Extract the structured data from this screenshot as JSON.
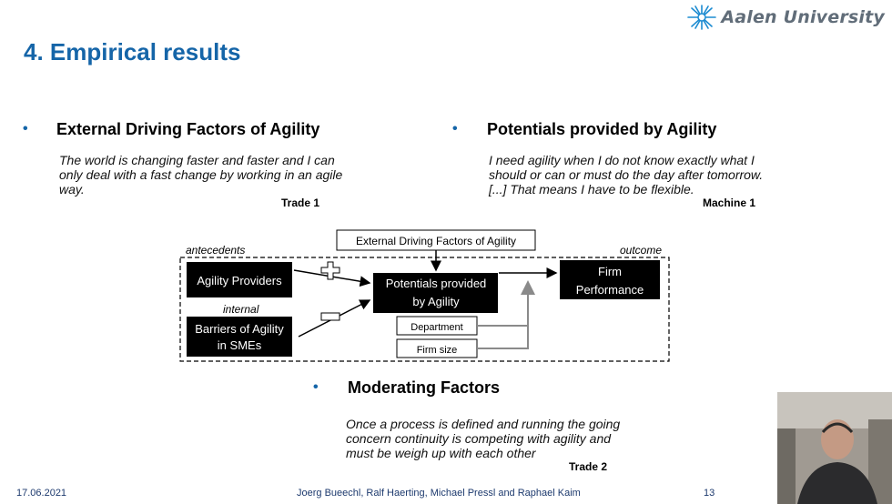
{
  "header": {
    "logo_text": "Aalen University",
    "title": "4. Empirical results"
  },
  "bullets": [
    {
      "heading": "External Driving Factors of Agility",
      "quote": "The world is changing faster and faster and I can only deal with a fast change by working in an agile way.",
      "source": "Trade 1"
    },
    {
      "heading": "Potentials provided by Agility",
      "quote": "I need agility when I do not know exactly what I should or can or must do the day after tomorrow. [...] That means I have to be flexible.",
      "source": "Machine 1"
    },
    {
      "heading": "Moderating Factors",
      "quote": "Once a process is defined and running the going concern continuity is competing with agility and must be weigh up with each other",
      "source": "Trade 2"
    }
  ],
  "diagram": {
    "antecedents_label": "antecedents",
    "outcome_label": "outcome",
    "internal_label": "internal",
    "external_box": "External Driving Factors of Agility",
    "agility_providers": "Agility Providers",
    "barriers_line1": "Barriers of Agility",
    "barriers_line2": "in SMEs",
    "potentials_line1": "Potentials provided",
    "potentials_line2": "by Agility",
    "department": "Department",
    "firm_size": "Firm size",
    "firm_line1": "Firm",
    "firm_line2": "Performance"
  },
  "footer": {
    "date": "17.06.2021",
    "authors": "Joerg Bueechl, Ralf Haerting, Michael Pressl and Raphael Kaim",
    "page": "13"
  },
  "colors": {
    "title_blue": "#1565a8",
    "logo_gray": "#616d79",
    "footer_navy": "#1d3a6e"
  }
}
